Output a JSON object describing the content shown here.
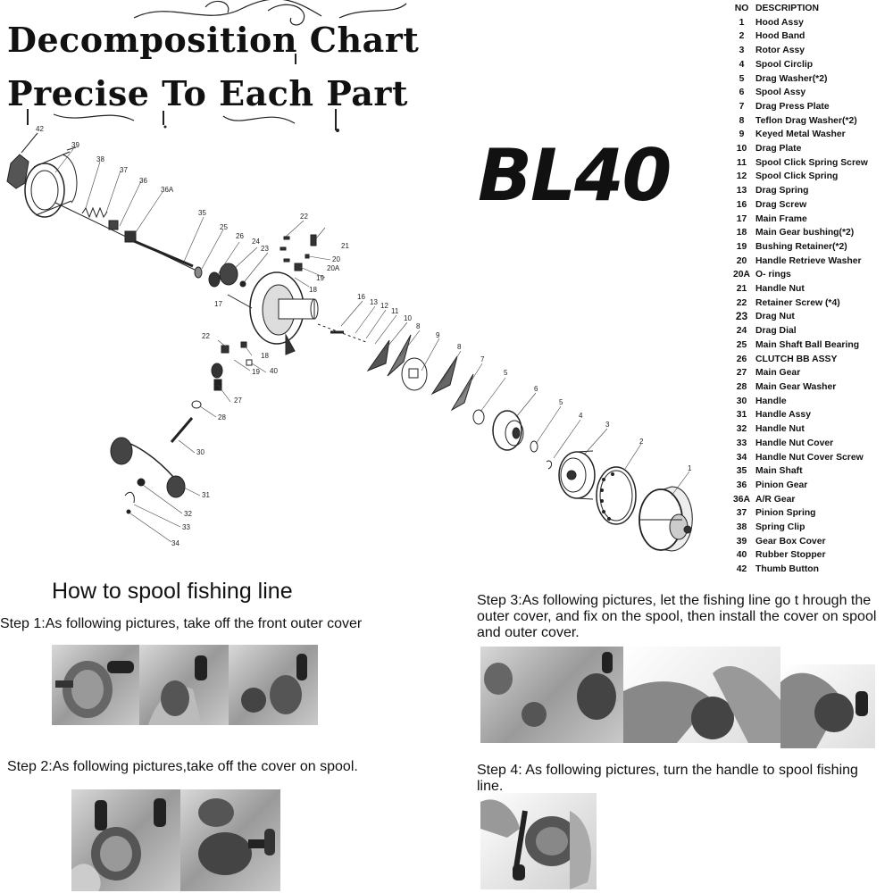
{
  "header": {
    "line1": "Decomposition Chart",
    "line2": "Precise To Each Part"
  },
  "model": "BL40",
  "parts_table": {
    "col_no": "NO",
    "col_desc": "DESCRIPTION",
    "rows": [
      {
        "no": "1",
        "desc": "Hood Assy"
      },
      {
        "no": "2",
        "desc": "Hood Band"
      },
      {
        "no": "3",
        "desc": "Rotor Assy"
      },
      {
        "no": "4",
        "desc": "Spool Circlip"
      },
      {
        "no": "5",
        "desc": "Drag Washer(*2)"
      },
      {
        "no": "6",
        "desc": "Spool Assy"
      },
      {
        "no": "7",
        "desc": "Drag Press Plate"
      },
      {
        "no": "8",
        "desc": "Teflon Drag Washer(*2)"
      },
      {
        "no": "9",
        "desc": "Keyed Metal Washer"
      },
      {
        "no": "10",
        "desc": "Drag Plate"
      },
      {
        "no": "11",
        "desc": "Spool Click Spring Screw"
      },
      {
        "no": "12",
        "desc": "Spool Click Spring"
      },
      {
        "no": "13",
        "desc": "Drag Spring"
      },
      {
        "no": "16",
        "desc": "Drag Screw"
      },
      {
        "no": "17",
        "desc": "Main Frame"
      },
      {
        "no": "18",
        "desc": "Main Gear bushing(*2)"
      },
      {
        "no": "19",
        "desc": "Bushing Retainer(*2)"
      },
      {
        "no": "20",
        "desc": "Handle  Retrieve Washer"
      },
      {
        "no": "20A",
        "desc": "O- rings"
      },
      {
        "no": "21",
        "desc": "Handle Nut"
      },
      {
        "no": "22",
        "desc": "Retainer Screw (*4)"
      },
      {
        "no": "23",
        "desc": "Drag  Nut"
      },
      {
        "no": "24",
        "desc": "Drag  Dial"
      },
      {
        "no": "25",
        "desc": "Main Shaft Ball Bearing"
      },
      {
        "no": "26",
        "desc": "CLUTCH  BB ASSY"
      },
      {
        "no": "27",
        "desc": "Main Gear"
      },
      {
        "no": "28",
        "desc": "Main Gear Washer"
      },
      {
        "no": "30",
        "desc": "Handle"
      },
      {
        "no": "31",
        "desc": "Handle Assy"
      },
      {
        "no": "32",
        "desc": "Handle Nut"
      },
      {
        "no": "33",
        "desc": "Handle Nut Cover"
      },
      {
        "no": "34",
        "desc": "Handle Nut Cover Screw"
      },
      {
        "no": "35",
        "desc": "Main Shaft"
      },
      {
        "no": "36",
        "desc": "Pinion Gear"
      },
      {
        "no": "36A",
        "desc": "A/R Gear"
      },
      {
        "no": "37",
        "desc": "Pinion Spring"
      },
      {
        "no": "38",
        "desc": "Spring Clip"
      },
      {
        "no": "39",
        "desc": "Gear Box Cover"
      },
      {
        "no": "40",
        "desc": "Rubber Stopper"
      },
      {
        "no": "42",
        "desc": "Thumb Button"
      }
    ]
  },
  "diagram_labels": {
    "l42": "42",
    "l39": "39",
    "l38": "38",
    "l37": "37",
    "l36": "36",
    "l36a": "36A",
    "l35": "35",
    "l25": "25",
    "l26": "26",
    "l24": "24",
    "l23": "23",
    "l22a": "22",
    "l21": "21",
    "l20": "20",
    "l20a": "20A",
    "l19a": "19",
    "l18a": "18",
    "l17": "17",
    "l16": "16",
    "l13": "13",
    "l12": "12",
    "l11": "11",
    "l10": "10",
    "l9": "9",
    "l8a": "8",
    "l8b": "8",
    "l7": "7",
    "l5a": "5",
    "l6": "6",
    "l5b": "5",
    "l4": "4",
    "l3": "3",
    "l2": "2",
    "l1": "1",
    "l22b": "22",
    "l18b": "18",
    "l19b": "19",
    "l40": "40",
    "l27": "27",
    "l28": "28",
    "l30": "30",
    "l31": "31",
    "l32": "32",
    "l33": "33",
    "l34": "34"
  },
  "instructions": {
    "heading": "How to spool fishing line",
    "step1": "Step 1:As following pictures, take off the front outer cover",
    "step2": "Step 2:As following pictures,take off the cover on spool.",
    "step3": "Step 3:As following pictures, let the fishing line go t hrough the outer cover, and fix on the spool, then install the cover on spool and outer cover.",
    "step4": "Step 4: As following pictures, turn the handle to spool fishing line."
  }
}
